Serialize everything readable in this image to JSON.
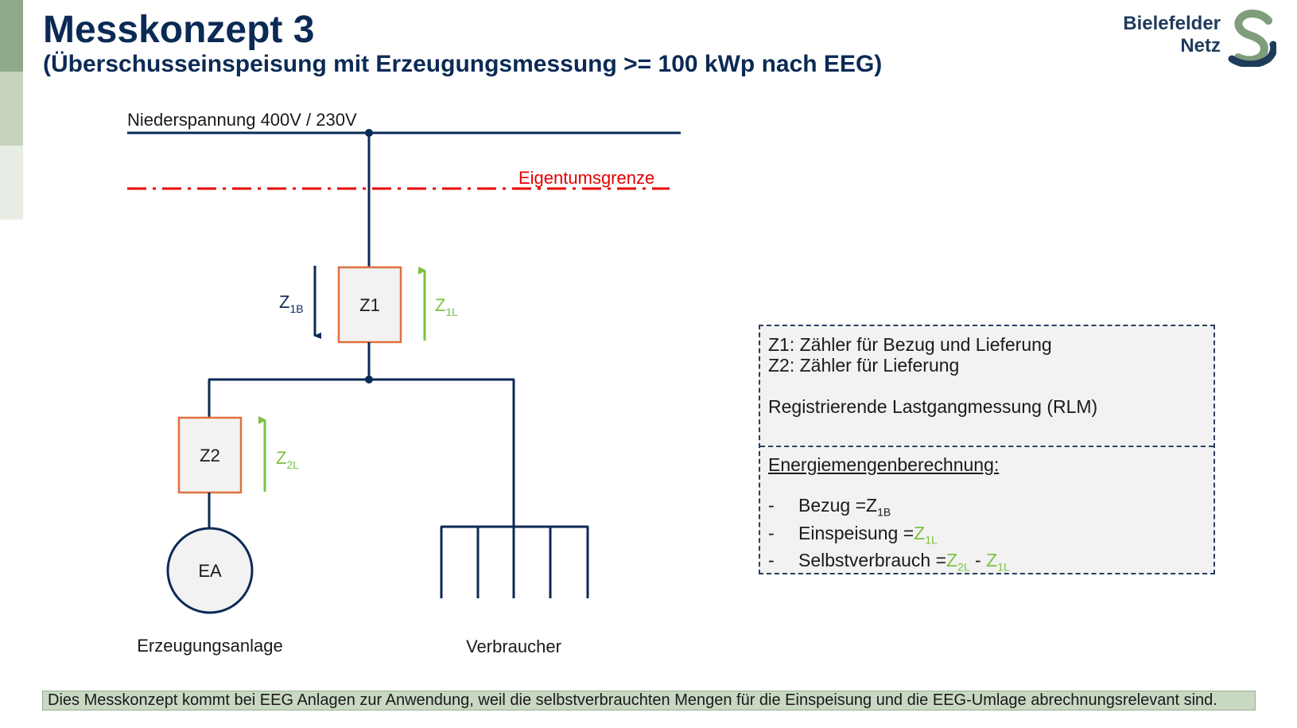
{
  "header": {
    "title": "Messkonzept 3",
    "subtitle": "(Überschusseinspeisung mit Erzeugungsmessung >= 100 kWp nach EEG)"
  },
  "logo": {
    "line1": "Bielefelder",
    "line2": "Netz"
  },
  "colors": {
    "navy": "#0b2a55",
    "red": "#e60000",
    "green": "#7dc142",
    "meter_border": "#e07040",
    "footer_bg": "#c9d8c2"
  },
  "diagram": {
    "bus_label": "Niederspannung 400V / 230V",
    "boundary_label": "Eigentumsgrenze",
    "meter1": "Z1",
    "meter2": "Z2",
    "generator": "EA",
    "z1b": {
      "main": "Z",
      "sub": "1B"
    },
    "z1l": {
      "main": "Z",
      "sub": "1L"
    },
    "z2l": {
      "main": "Z",
      "sub": "2L"
    },
    "generator_label": "Erzeugungsanlage",
    "consumer_label": "Verbraucher"
  },
  "legend": {
    "line1": "Z1: Zähler für Bezug und Lieferung",
    "line2": "Z2: Zähler für Lieferung",
    "line3": "Registrierende Lastgangmessung (RLM)",
    "calc_heading": "Energiemengenberechnung:",
    "dash": "-",
    "bezug_label": "Bezug = ",
    "einspeisung_label": "Einspeisung = ",
    "selbst_label": "Selbstverbrauch = ",
    "minus": " - ",
    "z": "Z",
    "sub_1b": "1B",
    "sub_1l": "1L",
    "sub_2l": "2L"
  },
  "footer": {
    "text": "Dies Messkonzept kommt bei EEG Anlagen zur Anwendung, weil die selbstverbrauchten Mengen für die Einspeisung und die EEG-Umlage abrechnungsrelevant sind."
  }
}
